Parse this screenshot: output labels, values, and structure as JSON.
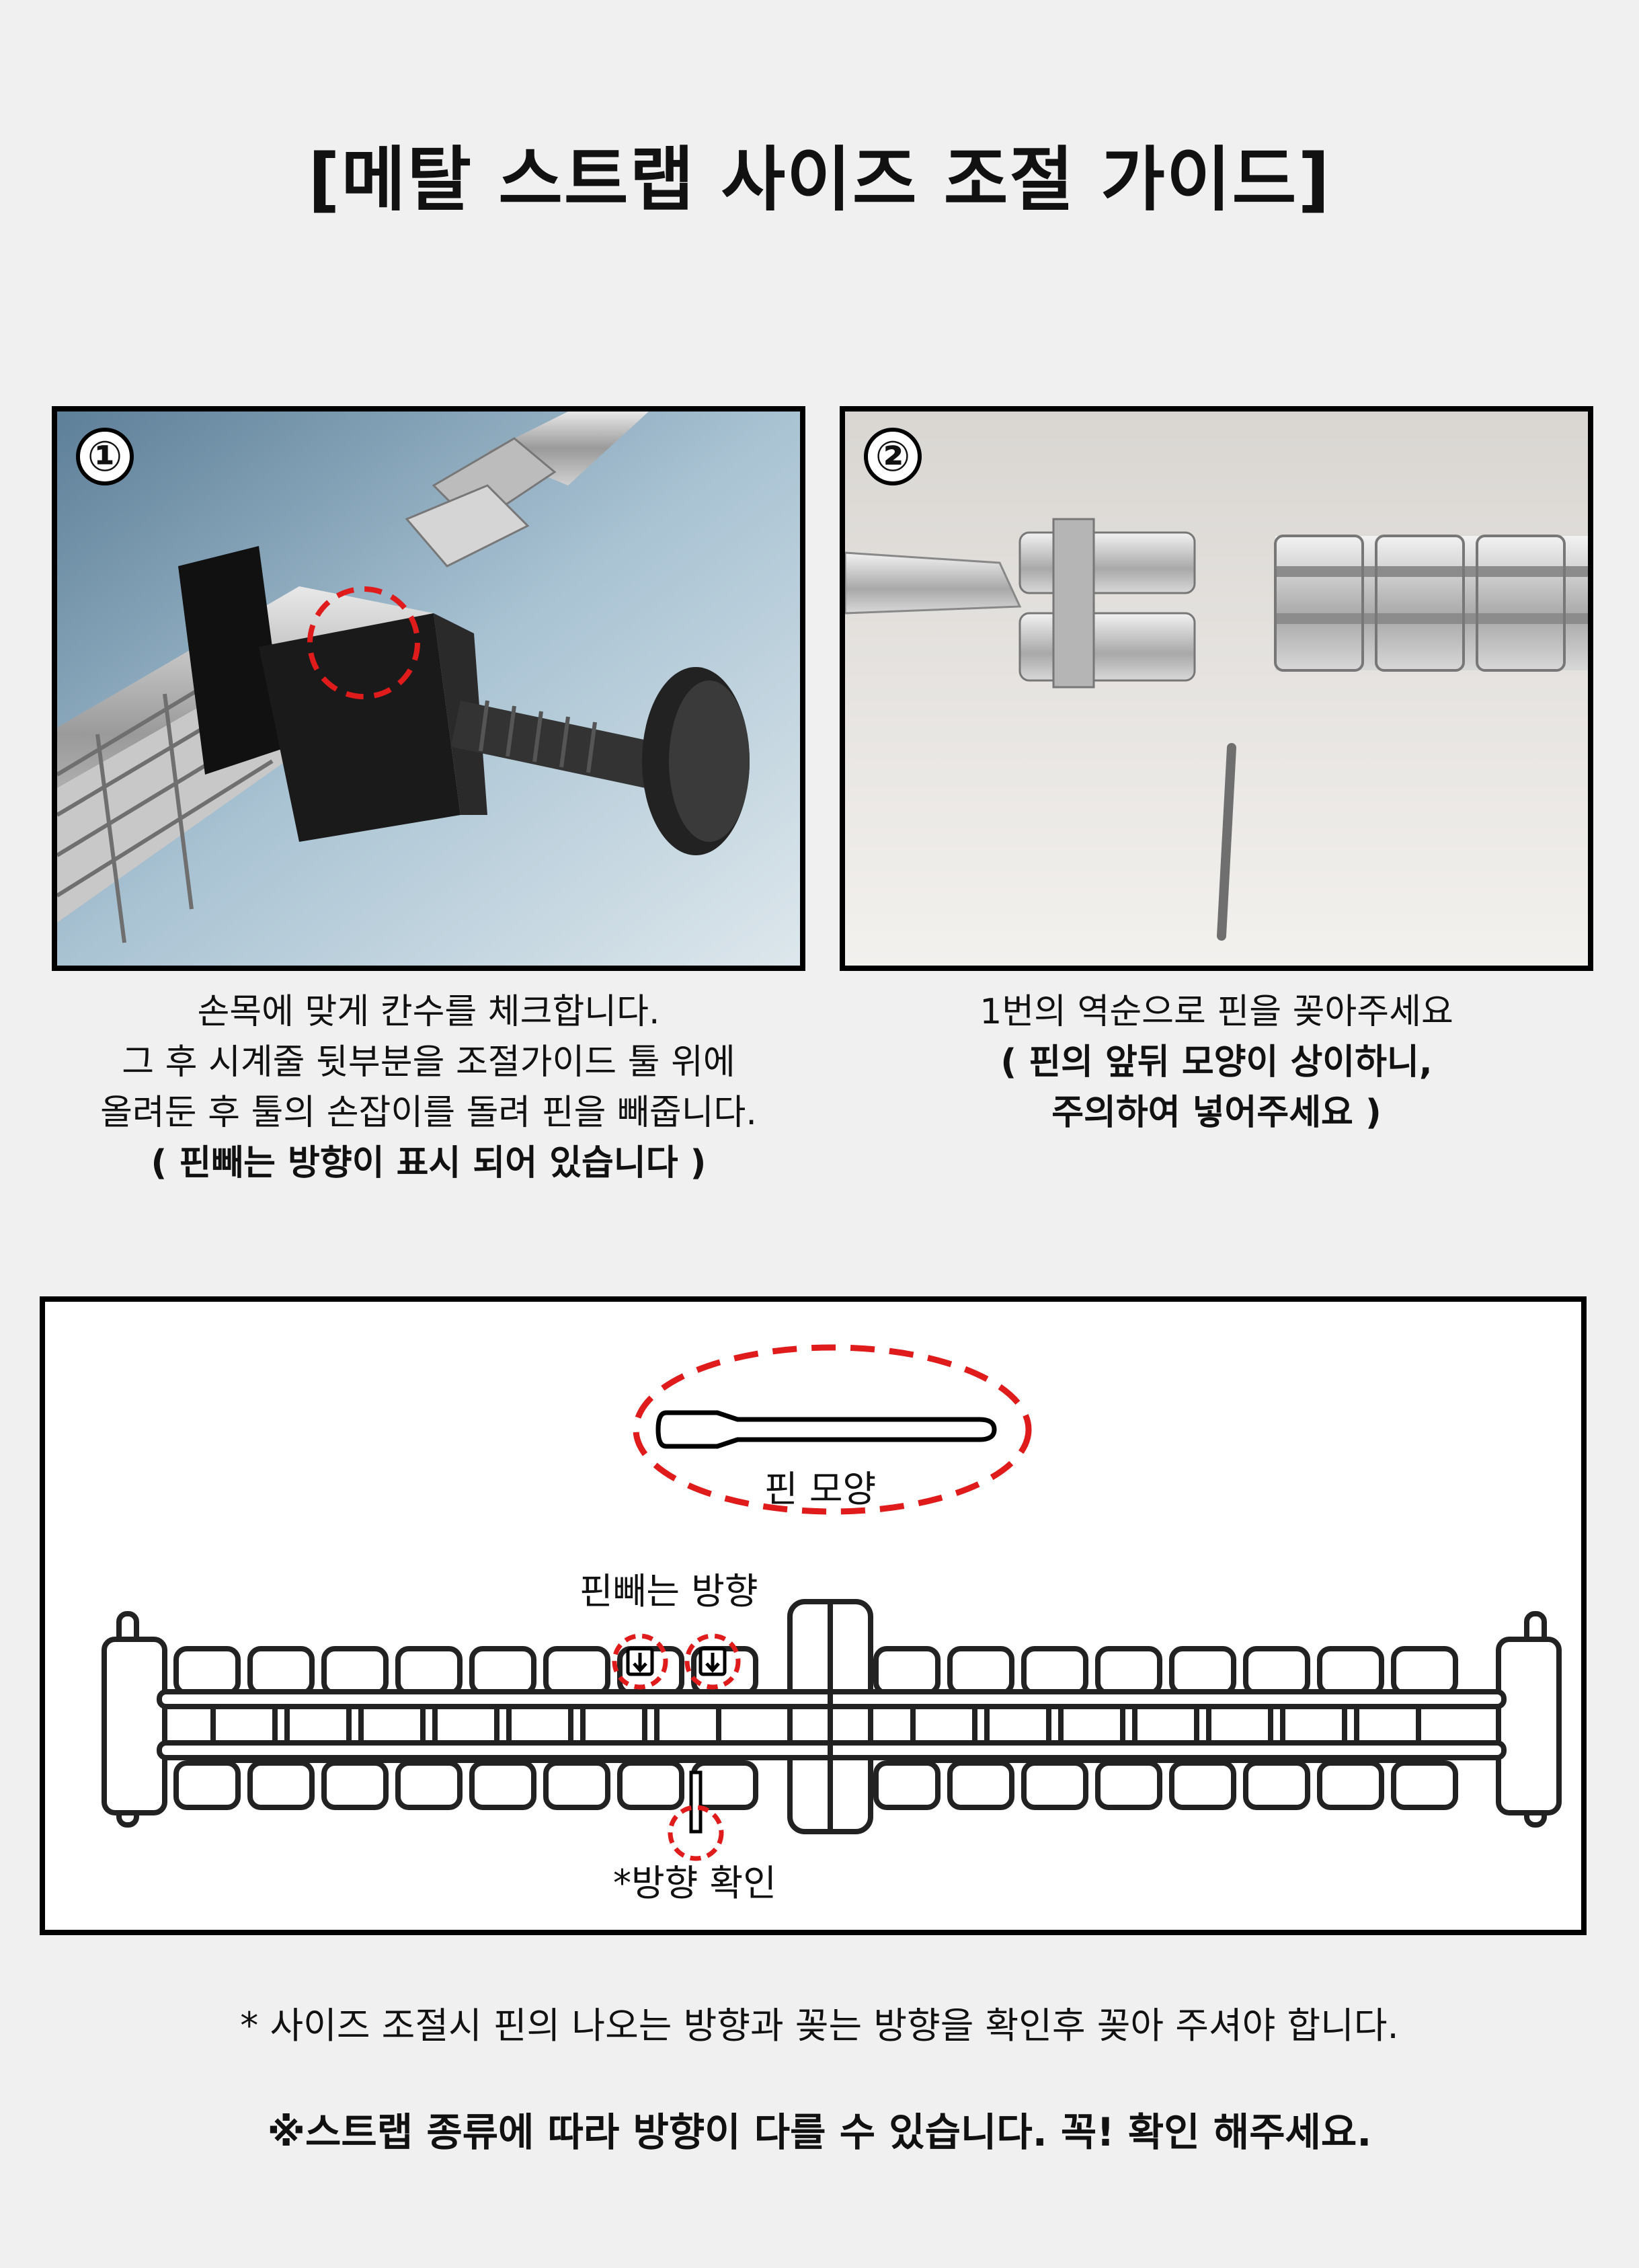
{
  "title": "[메탈 스트랩 사이즈 조절 가이드]",
  "step1": {
    "badge": "①",
    "lines": [
      "손목에 맞게 칸수를 체크합니다.",
      "그 후 시계줄 뒷부분을 조절가이드 툴 위에",
      "올려둔 후 툴의 손잡이를 돌려 핀을 빼줍니다."
    ],
    "bold_line": "( 핀빼는 방향이 표시 되어 있습니다 )"
  },
  "step2": {
    "badge": "②",
    "line": "1번의 역순으로 핀을 꽂아주세요",
    "bold_lines": [
      "( 핀의 앞뒤 모양이 상이하니,",
      "주의하여 넣어주세요 )"
    ]
  },
  "diagram": {
    "pin_shape_label": "핀 모양",
    "pin_direction_label": "핀빼는 방향",
    "check_direction_label": "*방향 확인",
    "highlight_color": "#e01b1b"
  },
  "notes": {
    "note1": "* 사이즈 조절시 핀의 나오는 방향과 꽂는 방향을 확인후 꽂아 주셔야 합니다.",
    "note2": "※스트랩 종류에 따라 방향이 다를 수 있습니다. 꼭! 확인 해주세요."
  }
}
